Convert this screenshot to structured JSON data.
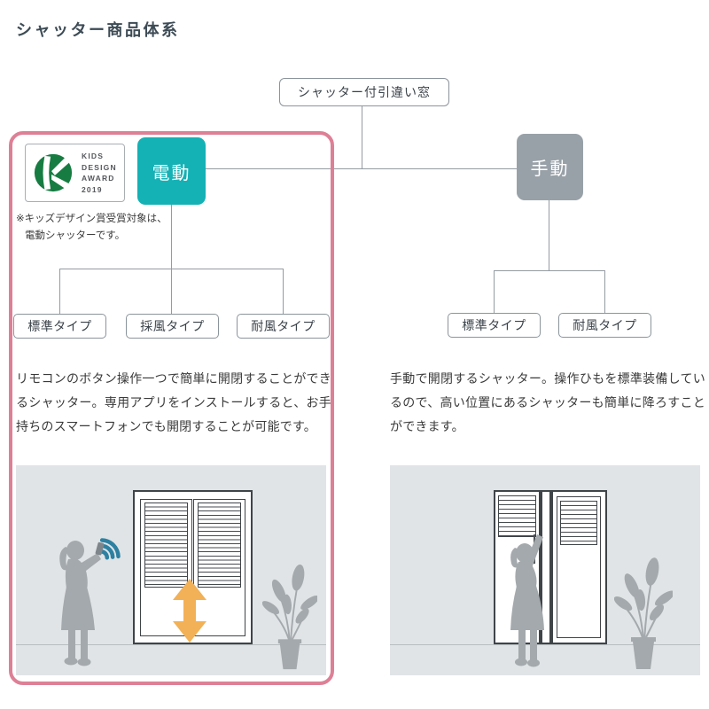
{
  "page": {
    "title": "シャッター商品体系"
  },
  "flowchart": {
    "root_label": "シャッター付引違い窓",
    "electric": {
      "label": "電動",
      "types": [
        "標準タイプ",
        "採風タイプ",
        "耐風タイプ"
      ],
      "award_lines": [
        "KIDS",
        "DESIGN",
        "AWARD",
        "2019"
      ],
      "note_lines": [
        "※キッズデザイン賞受賞対象は、",
        "電動シャッターです。"
      ],
      "description": "リモコンのボタン操作一つで簡単に開閉することができるシャッター。専用アプリをインストールすると、お手持ちのスマートフォンでも開閉することが可能です。"
    },
    "manual": {
      "label": "手動",
      "types": [
        "標準タイプ",
        "耐風タイプ"
      ],
      "description": "手動で開閉するシャッター。操作ひもを標準装備しているので、高い位置にあるシャッターも簡単に降ろすことができます。"
    }
  },
  "colors": {
    "electric_node": "#14b1b5",
    "manual_node": "#99a1a8",
    "highlight_frame": "#dd8096",
    "award_green": "#177c42",
    "wifi_blue": "#2d80a1",
    "arrow_orange": "#f2b156",
    "silhouette_gray": "#a4a9ad",
    "illustration_bg": "#e0e4e6"
  },
  "icons": {
    "kids-design-award-logo": "green circle K emblem",
    "wifi-signal-icon": "three arcs",
    "up-down-arrow-icon": "vertical double arrow",
    "plant-icon": "potted plant silhouette",
    "person-remote-icon": "woman holding remote",
    "person-cord-icon": "woman pulling cord"
  }
}
